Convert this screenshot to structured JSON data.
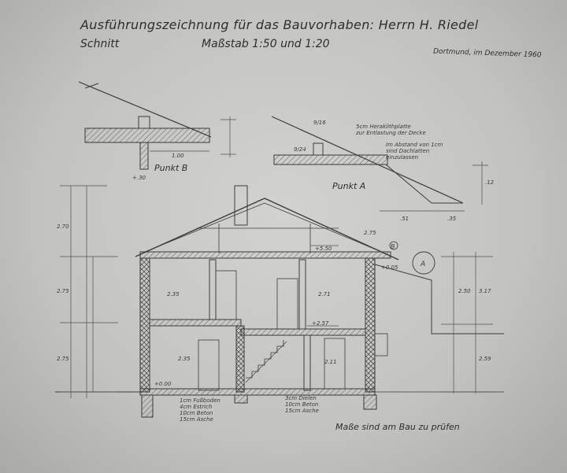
{
  "title": "Ausführungszeichnung für das Bauvorhaben: Herrn H. Riedel",
  "subtitle": "Schnitt",
  "scale": "Maßstab 1:50 und 1:20",
  "date": "Dortmund, im Dezember 1960",
  "labels": {
    "punkt_b": "Punkt B",
    "punkt_a": "Punkt A",
    "marker_a": "A",
    "marker_b": "B",
    "note": "Maße sind am Bau zu prüfen",
    "detail_note_1": "5cm Heraklithplatte\nzur Entlastung der Decke",
    "detail_note_2": "Im Abstand von 1cm\nsind Dachlatten\neinzulassen",
    "floor_note_left": "1cm Fußboden\n4cm Estrich\n10cm Beton\n15cm Asche",
    "floor_note_mid": "3cm Dielen\n10cm Beton\n15cm Asche"
  },
  "dimensions": {
    "detail_b_width": "1.00",
    "detail_b_base": "+.30",
    "detail_a_left": "9/24",
    "detail_a_top": "9/16",
    "detail_a_d1": ".51",
    "detail_a_d2": ".35",
    "detail_a_h": ".12",
    "roof_level": "+5.50",
    "roof_span": "2.75",
    "ground_right": "+0.05",
    "upper_floor_level": "+2.57",
    "left_storey_1": "2.75",
    "left_storey_2": "2.75",
    "left_roof": "2.70",
    "right_upper": "2.50",
    "right_total": "3.17",
    "right_lower": "2.59",
    "interior_1": "2.35",
    "interior_2": "2.71",
    "interior_3": "2.35",
    "interior_4": "2.11",
    "lower_level": "+0.00"
  }
}
